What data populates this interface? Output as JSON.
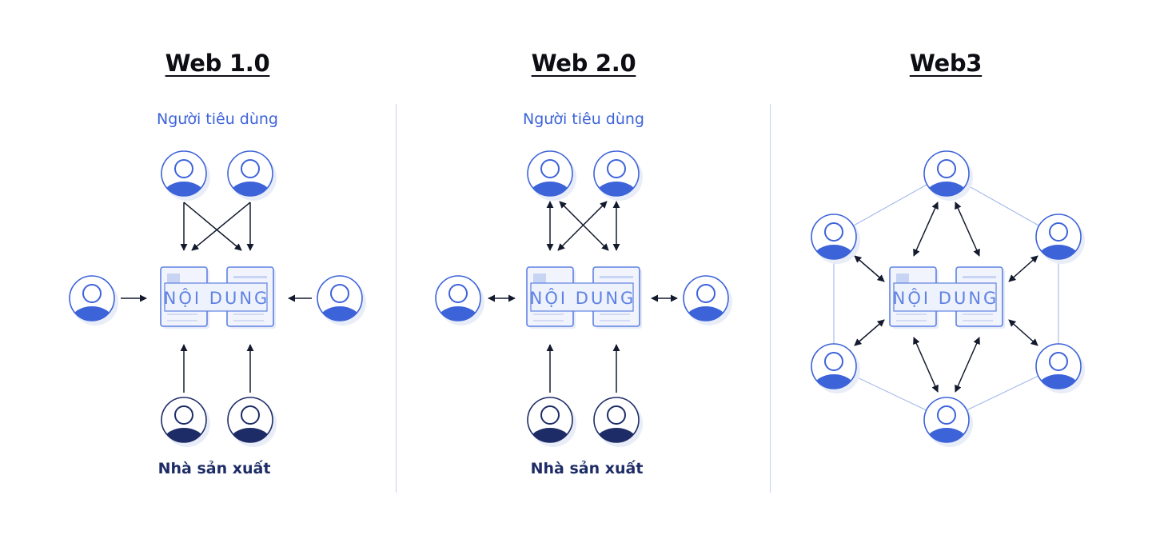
{
  "panels": [
    {
      "title": "Web 1.0",
      "consumer_label": "Người tiêu dùng",
      "producer_label": "Nhà sản xuất",
      "content_label": "NỘI DUNG"
    },
    {
      "title": "Web 2.0",
      "consumer_label": "Người tiêu dùng",
      "producer_label": "Nhà sản xuất",
      "content_label": "NỘI DUNG"
    },
    {
      "title": "Web3",
      "content_label": "NỘI DUNG"
    }
  ],
  "colors": {
    "consumer_fill": "#3d63d9",
    "producer_fill": "#1d2c66",
    "accent": "#5f82e3",
    "arrow": "#131a2e",
    "network_line": "#a9bceb",
    "document_bg": "#f1f4fc",
    "document_border": "#5f82e3",
    "divider": "#c6d2ee"
  },
  "icons": {
    "user": "user-avatar-icon",
    "document": "document-icon"
  }
}
